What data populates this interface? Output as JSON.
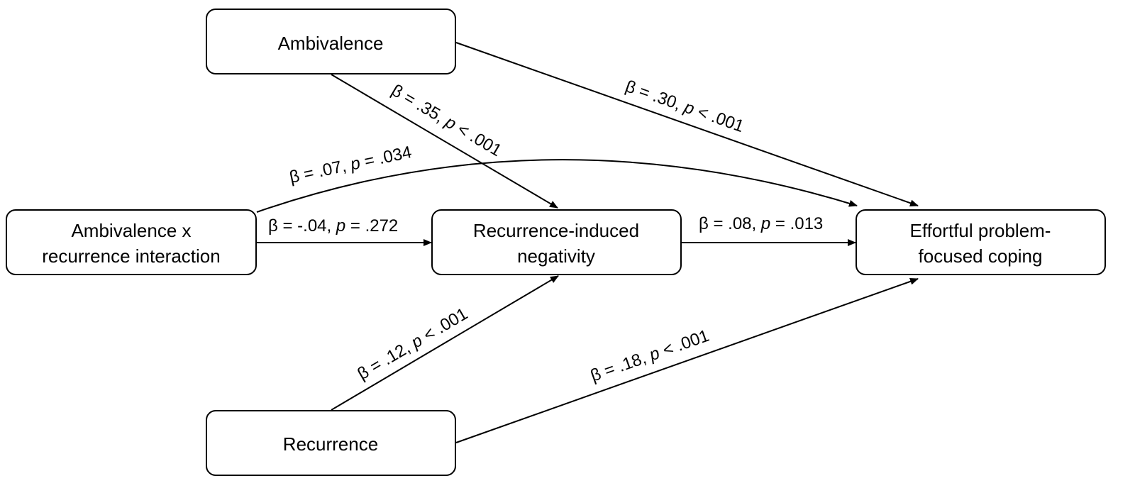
{
  "nodes": {
    "ambivalence": {
      "lines": [
        "Ambivalence"
      ]
    },
    "interaction": {
      "lines": [
        "Ambivalence x",
        "recurrence interaction"
      ]
    },
    "negativity": {
      "lines": [
        "Recurrence-induced",
        "negativity"
      ]
    },
    "coping": {
      "lines": [
        "Effortful problem-",
        "focused coping"
      ]
    },
    "recurrence": {
      "lines": [
        "Recurrence"
      ]
    }
  },
  "edges": {
    "ambivalence_to_coping": {
      "from": "Ambivalence",
      "to": "Effortful problem-focused coping",
      "beta_text": "β = .30, ",
      "p_symbol": "p",
      "p_text": " < .001"
    },
    "ambivalence_to_negativity": {
      "from": "Ambivalence",
      "to": "Recurrence-induced negativity",
      "beta_text": "β = .35, ",
      "p_symbol": "p",
      "p_text": " < .001"
    },
    "interaction_to_coping": {
      "from": "Ambivalence x recurrence interaction",
      "to": "Effortful problem-focused coping",
      "beta_text": "β = .07, ",
      "p_symbol": "p",
      "p_text": " = .034"
    },
    "interaction_to_negativity": {
      "from": "Ambivalence x recurrence interaction",
      "to": "Recurrence-induced negativity",
      "beta_text": "β = -.04, ",
      "p_symbol": "p",
      "p_text": " = .272"
    },
    "negativity_to_coping": {
      "from": "Recurrence-induced negativity",
      "to": "Effortful problem-focused coping",
      "beta_text": "β = .08, ",
      "p_symbol": "p",
      "p_text": " = .013"
    },
    "recurrence_to_negativity": {
      "from": "Recurrence",
      "to": "Recurrence-induced negativity",
      "beta_text": "β = .12, ",
      "p_symbol": "p",
      "p_text": " < .001"
    },
    "recurrence_to_coping": {
      "from": "Recurrence",
      "to": "Effortful problem-focused coping",
      "beta_text": "β = .18, ",
      "p_symbol": "p",
      "p_text": " < .001"
    }
  }
}
